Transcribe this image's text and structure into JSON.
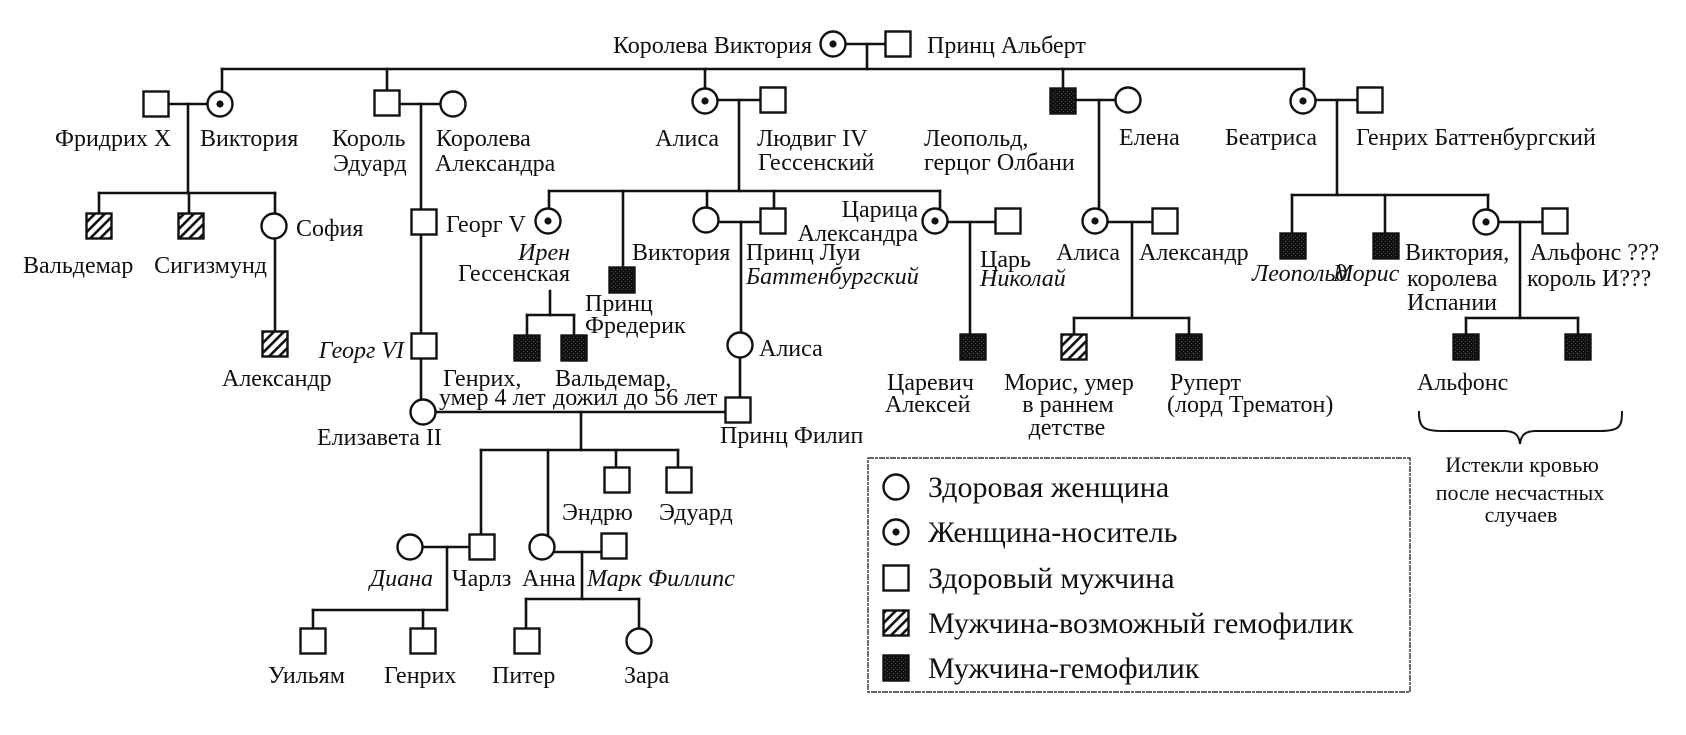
{
  "people": {
    "queen_victoria": {
      "name_lines": [
        "Королева Виктория"
      ],
      "sex": "female",
      "status": "carrier"
    },
    "prince_albert": {
      "name_lines": [
        "Принц Альберт"
      ],
      "sex": "male",
      "status": "healthy"
    },
    "frederick_iii": {
      "name_lines": [
        "Фридрих X"
      ],
      "sex": "male",
      "status": "healthy"
    },
    "victoria_princess_royal": {
      "name_lines": [
        "Виктория"
      ],
      "sex": "female",
      "status": "carrier"
    },
    "king_edward": {
      "name_lines": [
        "Король",
        "Эдуард"
      ],
      "sex": "male",
      "status": "healthy"
    },
    "queen_alexandra": {
      "name_lines": [
        "Королева",
        "Александра"
      ],
      "sex": "female",
      "status": "healthy"
    },
    "alice": {
      "name_lines": [
        "Алиса"
      ],
      "sex": "female",
      "status": "carrier"
    },
    "ludwig_iv": {
      "name_lines": [
        "Людвиг IV",
        "Гессенский"
      ],
      "sex": "male",
      "status": "healthy"
    },
    "leopold_albany": {
      "name_lines": [
        "Леопольд,",
        "герцог Олбани"
      ],
      "sex": "male",
      "status": "hemophiliac"
    },
    "elena": {
      "name_lines": [
        "Елена"
      ],
      "sex": "female",
      "status": "healthy"
    },
    "beatrice": {
      "name_lines": [
        "Беатриса"
      ],
      "sex": "female",
      "status": "carrier"
    },
    "henry_battenberg": {
      "name_lines": [
        "Генрих Баттенбургский"
      ],
      "sex": "male",
      "status": "healthy"
    },
    "waldemar": {
      "name_lines": [
        "Вальдемар"
      ],
      "sex": "male",
      "status": "possible"
    },
    "sigismund": {
      "name_lines": [
        "Сигизмунд"
      ],
      "sex": "male",
      "status": "possible"
    },
    "sophia": {
      "name_lines": [
        "София"
      ],
      "sex": "female",
      "status": "healthy"
    },
    "george_v": {
      "name_lines": [
        "Георг V"
      ],
      "sex": "male",
      "status": "healthy"
    },
    "irene": {
      "name_lines": [
        "Ирен",
        "Гессенская"
      ],
      "sex": "female",
      "status": "carrier"
    },
    "prince_frederick": {
      "name_lines": [
        "Принц",
        "Фредерик"
      ],
      "sex": "male",
      "status": "hemophiliac"
    },
    "victoria_hesse": {
      "name_lines": [
        "Виктория"
      ],
      "sex": "female",
      "status": "healthy"
    },
    "louis_battenberg": {
      "name_lines": [
        "Принц Луи",
        "Баттенбургский"
      ],
      "sex": "male",
      "status": "healthy"
    },
    "tsarina_alexandra": {
      "name_lines": [
        "Царица",
        "Александра"
      ],
      "sex": "female",
      "status": "carrier"
    },
    "tsar_nicholas": {
      "name_lines": [
        "Царь",
        "Николай"
      ],
      "sex": "male",
      "status": "healthy"
    },
    "alice_albany": {
      "name_lines": [
        "Алиса"
      ],
      "sex": "female",
      "status": "carrier"
    },
    "alexander_athlone": {
      "name_lines": [
        "Александр"
      ],
      "sex": "male",
      "status": "healthy"
    },
    "leopold_battenberg": {
      "name_lines": [
        "Леопольд"
      ],
      "sex": "male",
      "status": "hemophiliac"
    },
    "maurice_battenberg": {
      "name_lines": [
        "Морис"
      ],
      "sex": "male",
      "status": "hemophiliac"
    },
    "victoria_eugenie": {
      "name_lines": [
        "Виктория,",
        "королева",
        "Испании"
      ],
      "sex": "female",
      "status": "carrier"
    },
    "alfonso_xiii": {
      "name_lines": [
        "Альфонс ???",
        "король И???"
      ],
      "sex": "male",
      "status": "healthy"
    },
    "alexander_son_of_sophia": {
      "name_lines": [
        "Александр"
      ],
      "sex": "male",
      "status": "possible"
    },
    "george_vi": {
      "name_lines": [
        "Георг VI"
      ],
      "sex": "male",
      "status": "healthy"
    },
    "henry_hesse": {
      "name_lines": [
        "Генрих,",
        "умер 4 лет"
      ],
      "sex": "male",
      "status": "hemophiliac"
    },
    "waldemar_prussia": {
      "name_lines": [
        "Вальдемар,",
        "дожил до 56 лет"
      ],
      "sex": "male",
      "status": "hemophiliac"
    },
    "alice_battenberg": {
      "name_lines": [
        "Алиса"
      ],
      "sex": "female",
      "status": "healthy"
    },
    "tsarevich_alexei": {
      "name_lines": [
        "Царевич",
        "Алексей"
      ],
      "sex": "male",
      "status": "hemophiliac"
    },
    "maurice_athlone": {
      "name_lines": [
        "Морис, умер",
        "в раннем",
        "детстве"
      ],
      "sex": "male",
      "status": "possible"
    },
    "rupert": {
      "name_lines": [
        "Руперт",
        "(лорд Трематон)"
      ],
      "sex": "male",
      "status": "hemophiliac"
    },
    "alfonso": {
      "name_lines": [
        "Альфонс"
      ],
      "sex": "male",
      "status": "hemophiliac"
    },
    "gonzalo": {
      "name_lines": [],
      "sex": "male",
      "status": "hemophiliac"
    },
    "elizabeth_ii": {
      "name_lines": [
        "Елизавета II"
      ],
      "sex": "female",
      "status": "healthy"
    },
    "prince_philip": {
      "name_lines": [
        "Принц Филип"
      ],
      "sex": "male",
      "status": "healthy"
    },
    "andrew": {
      "name_lines": [
        "Эндрю"
      ],
      "sex": "male",
      "status": "healthy"
    },
    "edward": {
      "name_lines": [
        "Эдуард"
      ],
      "sex": "male",
      "status": "healthy"
    },
    "diana": {
      "name_lines": [
        "Диана"
      ],
      "sex": "female",
      "status": "healthy"
    },
    "charles": {
      "name_lines": [
        "Чарлз"
      ],
      "sex": "male",
      "status": "healthy"
    },
    "anne": {
      "name_lines": [
        "Анна"
      ],
      "sex": "female",
      "status": "healthy"
    },
    "mark_phillips": {
      "name_lines": [
        "Марк Филлипс"
      ],
      "sex": "male",
      "status": "healthy"
    },
    "william": {
      "name_lines": [
        "Уильям"
      ],
      "sex": "male",
      "status": "healthy"
    },
    "harry": {
      "name_lines": [
        "Генрих"
      ],
      "sex": "male",
      "status": "healthy"
    },
    "peter": {
      "name_lines": [
        "Питер"
      ],
      "sex": "male",
      "status": "healthy"
    },
    "zara": {
      "name_lines": [
        "Зара"
      ],
      "sex": "female",
      "status": "healthy"
    }
  },
  "legend": {
    "items": [
      {
        "sex": "female",
        "status": "healthy",
        "label": "Здоровая женщина"
      },
      {
        "sex": "female",
        "status": "carrier",
        "label": "Женщина-носитель"
      },
      {
        "sex": "male",
        "status": "healthy",
        "label": "Здоровый мужчина"
      },
      {
        "sex": "male",
        "status": "possible",
        "label": "Мужчина-возможный гемофилик"
      },
      {
        "sex": "male",
        "status": "hemophiliac",
        "label": "Мужчина-гемофилик"
      }
    ]
  },
  "note": {
    "lines": [
      "Истекли кровью",
      "после несчастных",
      "случаев"
    ]
  }
}
